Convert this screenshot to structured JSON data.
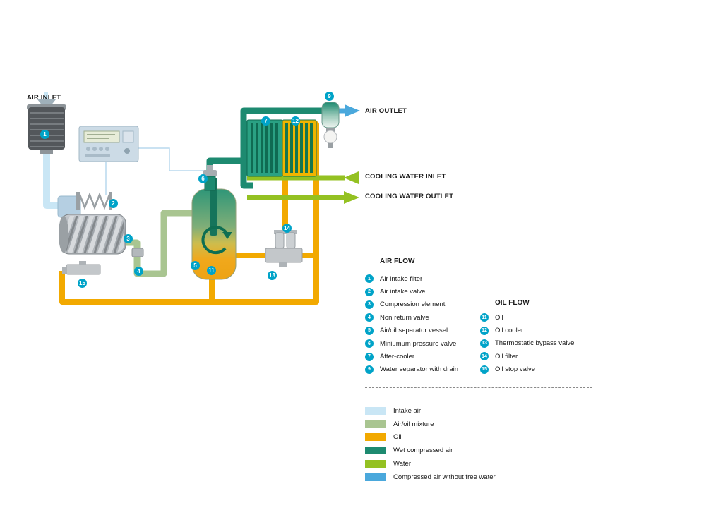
{
  "diagram_labels": {
    "air_inlet": "AIR INLET",
    "air_outlet": "AIR OUTLET",
    "cooling_water_inlet": "COOLING WATER INLET",
    "cooling_water_outlet": "COOLING WATER OUTLET"
  },
  "markers": [
    "1",
    "2",
    "3",
    "4",
    "5",
    "6",
    "7",
    "9",
    "11",
    "12",
    "13",
    "14",
    "15"
  ],
  "air_flow": {
    "title": "AIR FLOW",
    "items": [
      {
        "num": "1",
        "label": "Air intake filter"
      },
      {
        "num": "2",
        "label": "Air intake valve"
      },
      {
        "num": "3",
        "label": "Compression element"
      },
      {
        "num": "4",
        "label": "Non return valve"
      },
      {
        "num": "5",
        "label": "Air/oil separator vessel"
      },
      {
        "num": "6",
        "label": "Miniumum pressure valve"
      },
      {
        "num": "7",
        "label": "After-cooler"
      },
      {
        "num": "9",
        "label": "Water separator with drain"
      }
    ]
  },
  "oil_flow": {
    "title": "OIL FLOW",
    "items": [
      {
        "num": "11",
        "label": "Oil"
      },
      {
        "num": "12",
        "label": "Oil cooler"
      },
      {
        "num": "13",
        "label": "Thermostatic bypass valve"
      },
      {
        "num": "14",
        "label": "Oil filter"
      },
      {
        "num": "15",
        "label": "Oil stop valve"
      }
    ]
  },
  "color_legend": [
    {
      "label": "Intake air",
      "color": "#c9e6f5"
    },
    {
      "label": "Air/oil mixture",
      "color": "#a9c591"
    },
    {
      "label": "Oil",
      "color": "#f2a900"
    },
    {
      "label": "Wet compressed air",
      "color": "#1d8a70"
    },
    {
      "label": "Water",
      "color": "#94c122"
    },
    {
      "label": "Compressed air without free water",
      "color": "#4aa8dc"
    }
  ],
  "colors": {
    "marker_badge": "#00a3c8",
    "intake_air": "#c9e6f5",
    "air_oil_mixture": "#a9c591",
    "oil": "#f2a900",
    "wet_compressed_air": "#1d8a70",
    "water": "#94c122",
    "dry_compressed_air": "#4aa8dc"
  }
}
